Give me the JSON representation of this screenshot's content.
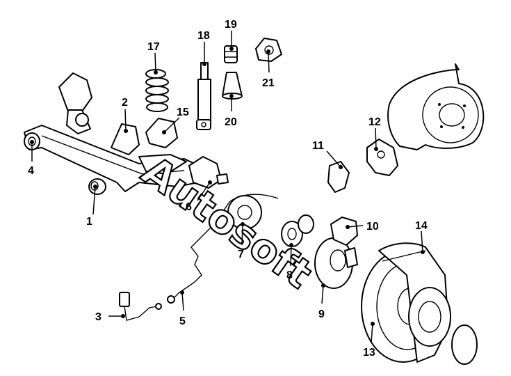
{
  "diagram": {
    "watermark": "Autosoft",
    "callouts": [
      {
        "id": "c1",
        "label": "1"
      },
      {
        "id": "c2",
        "label": "2"
      },
      {
        "id": "c3",
        "label": "3"
      },
      {
        "id": "c4",
        "label": "4"
      },
      {
        "id": "c5",
        "label": "5"
      },
      {
        "id": "c6",
        "label": "6"
      },
      {
        "id": "c7",
        "label": "7"
      },
      {
        "id": "c8",
        "label": "8"
      },
      {
        "id": "c9",
        "label": "9"
      },
      {
        "id": "c10",
        "label": "10"
      },
      {
        "id": "c11",
        "label": "11"
      },
      {
        "id": "c12",
        "label": "12"
      },
      {
        "id": "c13",
        "label": "13"
      },
      {
        "id": "c14",
        "label": "14"
      },
      {
        "id": "c15",
        "label": "15"
      },
      {
        "id": "c17",
        "label": "17"
      },
      {
        "id": "c18",
        "label": "18"
      },
      {
        "id": "c19",
        "label": "19"
      },
      {
        "id": "c20",
        "label": "20"
      },
      {
        "id": "c21",
        "label": "21"
      }
    ]
  }
}
